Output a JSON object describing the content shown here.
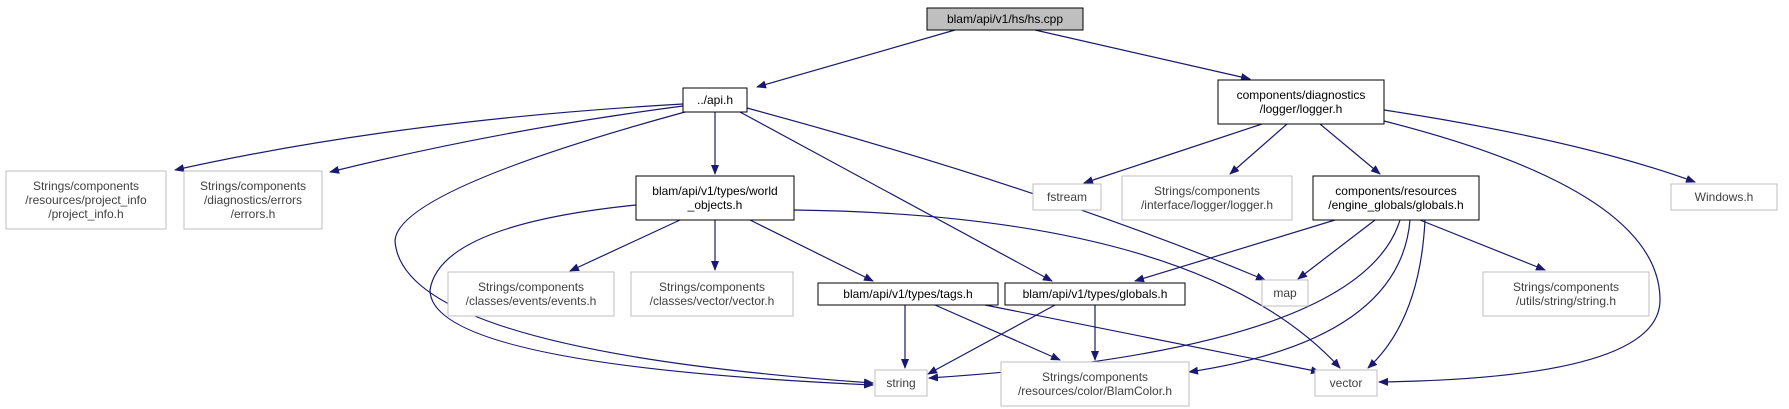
{
  "graph": {
    "nodes": [
      {
        "id": "hs_cpp",
        "lines": [
          "blam/api/v1/hs/hs.cpp"
        ],
        "style": "root"
      },
      {
        "id": "api_h",
        "lines": [
          "../api.h"
        ],
        "style": "solid"
      },
      {
        "id": "logger_h",
        "lines": [
          "components/diagnostics",
          "/logger/logger.h"
        ],
        "style": "solid"
      },
      {
        "id": "project_info_h",
        "lines": [
          "Strings/components",
          "/resources/project_info",
          "/project_info.h"
        ],
        "style": "external"
      },
      {
        "id": "errors_h",
        "lines": [
          "Strings/components",
          "/diagnostics/errors",
          "/errors.h"
        ],
        "style": "external"
      },
      {
        "id": "world_objects_h",
        "lines": [
          "blam/api/v1/types/world",
          "_objects.h"
        ],
        "style": "solid"
      },
      {
        "id": "fstream",
        "lines": [
          "fstream"
        ],
        "style": "external"
      },
      {
        "id": "interface_logger_h",
        "lines": [
          "Strings/components",
          "/interface/logger/logger.h"
        ],
        "style": "external"
      },
      {
        "id": "engine_globals_h",
        "lines": [
          "components/resources",
          "/engine_globals/globals.h"
        ],
        "style": "solid"
      },
      {
        "id": "windows_h",
        "lines": [
          "Windows.h"
        ],
        "style": "external"
      },
      {
        "id": "events_h",
        "lines": [
          "Strings/components",
          "/classes/events/events.h"
        ],
        "style": "external"
      },
      {
        "id": "vector_h",
        "lines": [
          "Strings/components",
          "/classes/vector/vector.h"
        ],
        "style": "external"
      },
      {
        "id": "tags_h",
        "lines": [
          "blam/api/v1/types/tags.h"
        ],
        "style": "solid"
      },
      {
        "id": "types_globals_h",
        "lines": [
          "blam/api/v1/types/globals.h"
        ],
        "style": "solid"
      },
      {
        "id": "map",
        "lines": [
          "map"
        ],
        "style": "external"
      },
      {
        "id": "string_utils_h",
        "lines": [
          "Strings/components",
          "/utils/string/string.h"
        ],
        "style": "external"
      },
      {
        "id": "string",
        "lines": [
          "string"
        ],
        "style": "external"
      },
      {
        "id": "blamcolor_h",
        "lines": [
          "Strings/components",
          "/resources/color/BlamColor.h"
        ],
        "style": "external"
      },
      {
        "id": "vector",
        "lines": [
          "vector"
        ],
        "style": "external"
      }
    ],
    "edges": [
      {
        "from": "hs_cpp",
        "to": "api_h"
      },
      {
        "from": "hs_cpp",
        "to": "logger_h"
      },
      {
        "from": "api_h",
        "to": "project_info_h"
      },
      {
        "from": "api_h",
        "to": "errors_h"
      },
      {
        "from": "api_h",
        "to": "world_objects_h"
      },
      {
        "from": "api_h",
        "to": "types_globals_h"
      },
      {
        "from": "api_h",
        "to": "map"
      },
      {
        "from": "api_h",
        "to": "string"
      },
      {
        "from": "world_objects_h",
        "to": "events_h"
      },
      {
        "from": "world_objects_h",
        "to": "vector_h"
      },
      {
        "from": "world_objects_h",
        "to": "tags_h"
      },
      {
        "from": "world_objects_h",
        "to": "string"
      },
      {
        "from": "world_objects_h",
        "to": "vector"
      },
      {
        "from": "logger_h",
        "to": "fstream"
      },
      {
        "from": "logger_h",
        "to": "interface_logger_h"
      },
      {
        "from": "logger_h",
        "to": "engine_globals_h"
      },
      {
        "from": "logger_h",
        "to": "windows_h"
      },
      {
        "from": "logger_h",
        "to": "vector"
      },
      {
        "from": "engine_globals_h",
        "to": "types_globals_h"
      },
      {
        "from": "engine_globals_h",
        "to": "map"
      },
      {
        "from": "engine_globals_h",
        "to": "string_utils_h"
      },
      {
        "from": "engine_globals_h",
        "to": "string"
      },
      {
        "from": "engine_globals_h",
        "to": "blamcolor_h"
      },
      {
        "from": "engine_globals_h",
        "to": "vector"
      },
      {
        "from": "tags_h",
        "to": "string"
      },
      {
        "from": "tags_h",
        "to": "blamcolor_h"
      },
      {
        "from": "tags_h",
        "to": "vector"
      },
      {
        "from": "types_globals_h",
        "to": "string"
      },
      {
        "from": "types_globals_h",
        "to": "blamcolor_h"
      }
    ]
  },
  "colors": {
    "edge": "#191970",
    "root_fill": "#bfbfbf",
    "solid_border": "#000000",
    "external_border": "#bfbfbf",
    "text": "#000000",
    "external_text": "#404040"
  }
}
